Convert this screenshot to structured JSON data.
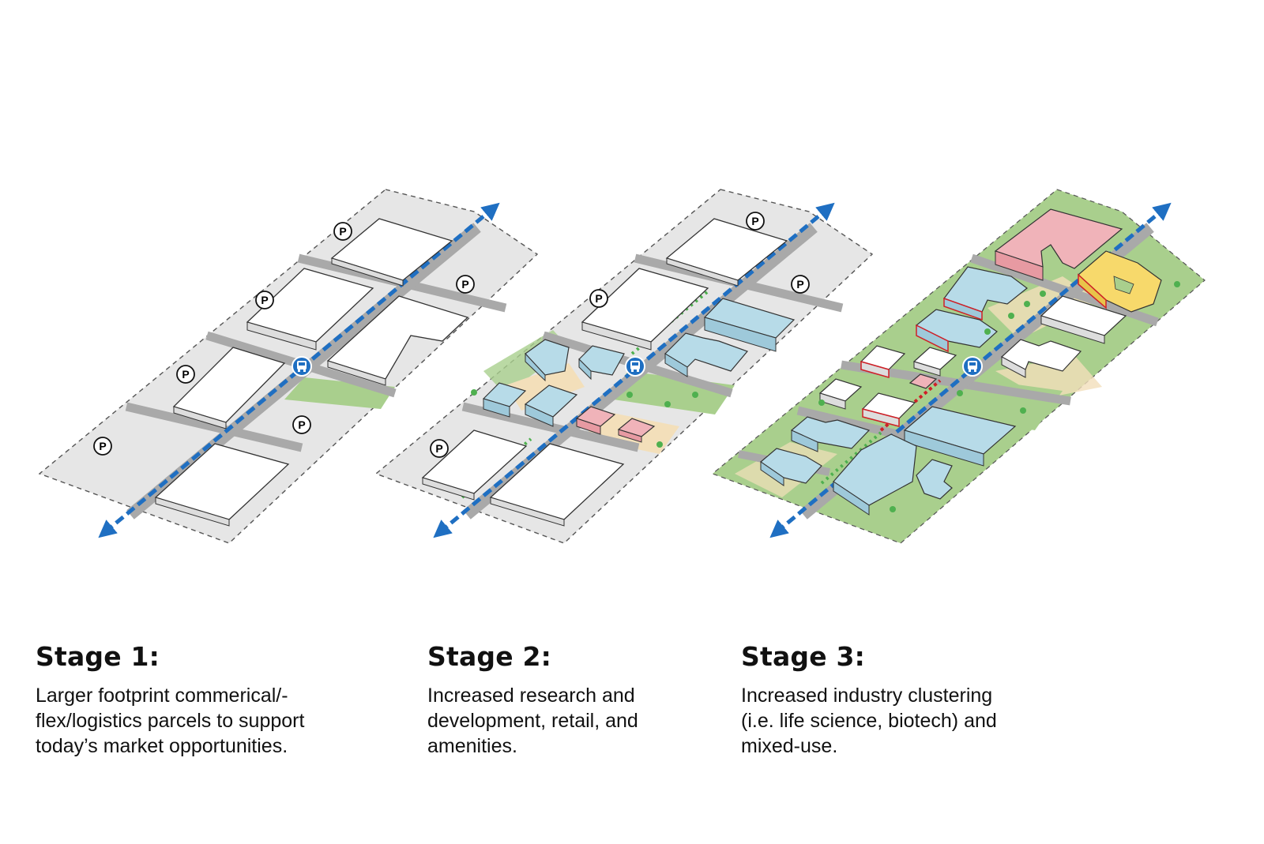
{
  "stages": [
    {
      "title": "Stage 1:",
      "description": "Larger footprint commerical/-\nflex/logistics parcels to support\ntoday’s market opportunities."
    },
    {
      "title": "Stage 2:",
      "description": "Increased research and\ndevelopment, retail, and\namenities."
    },
    {
      "title": "Stage 3:",
      "description": "Increased industry clustering\n(i.e. life science, biotech) and\nmixed-use."
    }
  ],
  "parking_symbol": "P",
  "colors": {
    "site": "#e6e6e6",
    "road": "#a9a9a9",
    "green": "#a9cf8d",
    "plaza": "#f3dfba",
    "transit_line": "#1f6fc2",
    "rnd_building": "#b7dbe8",
    "retail_building": "#f0b3b9",
    "mixed_use_building": "#f7d96b",
    "white_building": "#ffffff",
    "active_frontage": "#cf2027"
  },
  "icons": [
    "parking-icon",
    "bus-icon",
    "double-arrow-icon",
    "tree-icon"
  ]
}
